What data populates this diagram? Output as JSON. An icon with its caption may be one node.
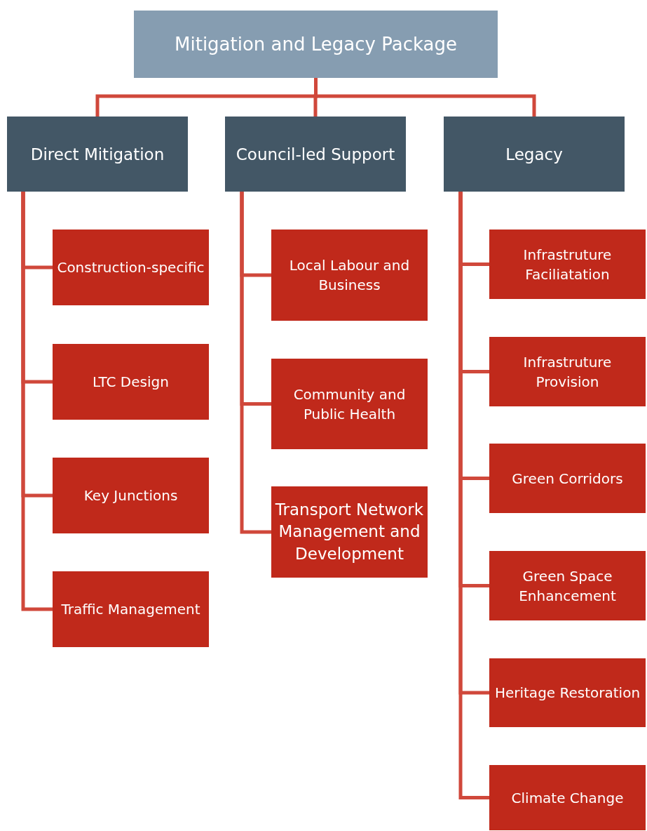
{
  "diagram": {
    "nodes": [
      {
        "text": [
          "Mitigation and Legacy Package"
        ]
      },
      {
        "text": [
          "Direct Mitigation"
        ]
      },
      {
        "text": [
          "Council-led Support"
        ]
      },
      {
        "text": [
          "Legacy"
        ]
      },
      {
        "text": [
          "Construction-specific"
        ]
      },
      {
        "text": [
          "LTC Design"
        ]
      },
      {
        "text": [
          "Key Junctions"
        ]
      },
      {
        "text": [
          "Traffic Management"
        ]
      },
      {
        "text": [
          "Local Labour and Business"
        ]
      },
      {
        "text": [
          "Community and Public Health"
        ]
      },
      {
        "text": [
          "Transport Network Management and Development"
        ]
      },
      {
        "text": [
          "Infrastruture Faciliatation"
        ]
      },
      {
        "text": [
          "Infrastruture Provision"
        ]
      },
      {
        "text": [
          "Green Corridors"
        ]
      },
      {
        "text": [
          "Green Space Enhancement"
        ]
      },
      {
        "text": [
          "Heritage Restoration"
        ]
      },
      {
        "text": [
          "Climate Change"
        ]
      }
    ],
    "edges": [
      {
        "from": 0,
        "to": 1,
        "arrow": "none"
      },
      {
        "from": 0,
        "to": 2,
        "arrow": "none"
      },
      {
        "from": 0,
        "to": 3,
        "arrow": "none"
      },
      {
        "from": 1,
        "to": 4,
        "arrow": "none"
      },
      {
        "from": 1,
        "to": 5,
        "arrow": "none"
      },
      {
        "from": 1,
        "to": 6,
        "arrow": "none"
      },
      {
        "from": 1,
        "to": 7,
        "arrow": "none"
      },
      {
        "from": 2,
        "to": 8,
        "arrow": "none"
      },
      {
        "from": 2,
        "to": 9,
        "arrow": "none"
      },
      {
        "from": 2,
        "to": 10,
        "arrow": "none"
      },
      {
        "from": 3,
        "to": 11,
        "arrow": "none"
      },
      {
        "from": 3,
        "to": 12,
        "arrow": "none"
      },
      {
        "from": 3,
        "to": 13,
        "arrow": "none"
      },
      {
        "from": 3,
        "to": 14,
        "arrow": "none"
      },
      {
        "from": 3,
        "to": 15,
        "arrow": "none"
      },
      {
        "from": 3,
        "to": 16,
        "arrow": "none"
      }
    ]
  }
}
